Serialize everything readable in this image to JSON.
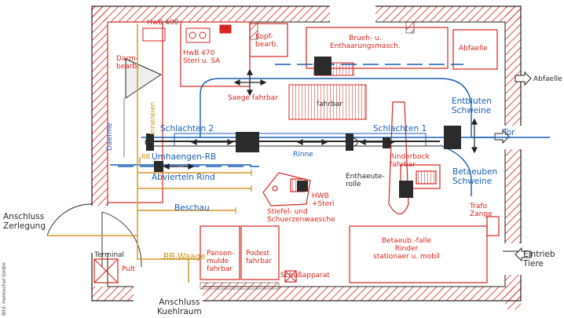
{
  "rooms": {
    "hwb400": "HwB 400",
    "hwb470": "HwB 470\nSteri u. SA",
    "kopf": "Kopf-\nbearb.",
    "brueh": "Brueh- u.\nEnthaarungsmasch.",
    "abfaelle_box": "Abfaelle",
    "darm": "Darm-\nbearb.",
    "pansen": "Pansen-\nmulde\nfahrbar",
    "podest": "Podest\nfahrbar",
    "betaeub_falle": "Betaeub.-falle\nRinder\nstationaer u. mobil",
    "trafo": "Trafo\nZange",
    "pult": "Pult",
    "terminal": "Terminal",
    "schuss": "Schußapparat",
    "hwb_steri": "HWB\n+Steri",
    "stiefel": "Stiefel- und\nSchuerzenwaesche"
  },
  "stations": {
    "saege": "Saege fahrbar",
    "fahrbar": "fahrbar",
    "schlachten2": "Schlachten 2",
    "schlachten1": "Schlachten 1",
    "rinne": "Rinne",
    "umhaengen": "Umhaengen-RB",
    "abvierteln": "Abvierteln Rind",
    "beschau": "Beschau",
    "rinderbock": "Rinderbock\nfahrbar",
    "enthaeute": "Enthaeute-\nrolle",
    "entbluten": "Entbluten\nSchweine",
    "betaeuben": "Betaeuben\nSchweine",
    "tor": "Tor",
    "innereien": "Innereien",
    "daerme": "Daerme",
    "rb_waage": "RB-Waage",
    "rb_small": "RB"
  },
  "exits": {
    "abfaelle": "Abfaelle",
    "anschluss_zerlegung": "Anschluss\nZerlegung",
    "anschluss_kuehlraum": "Anschluss\nKuehlraum",
    "eintrieb": "Eintrieb\nTiere"
  },
  "credit": "Bild: Hermschel GmbH",
  "colors": {
    "wall_red": "#d7261e",
    "rail_blue": "#1a5fb4",
    "track_gold": "#d59a2a",
    "equipment_dark": "#2b2b2b"
  }
}
